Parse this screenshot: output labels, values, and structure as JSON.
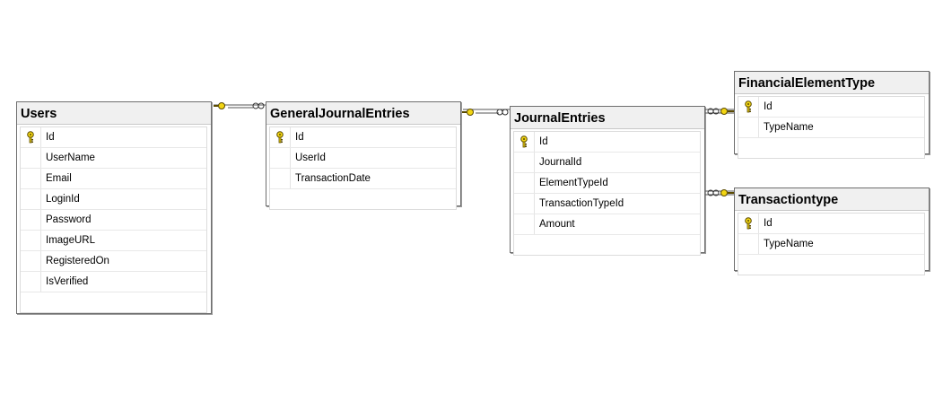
{
  "tables": {
    "users": {
      "title": "Users",
      "columns": [
        "Id",
        "UserName",
        "Email",
        "LoginId",
        "Password",
        "ImageURL",
        "RegisteredOn",
        "IsVerified"
      ]
    },
    "general_journal_entries": {
      "title": "GeneralJournalEntries",
      "columns": [
        "Id",
        "UserId",
        "TransactionDate"
      ]
    },
    "journal_entries": {
      "title": "JournalEntries",
      "columns": [
        "Id",
        "JournalId",
        "ElementTypeId",
        "TransactionTypeId",
        "Amount"
      ]
    },
    "financial_element_type": {
      "title": "FinancialElementType",
      "columns": [
        "Id",
        "TypeName"
      ]
    },
    "transaction_type": {
      "title": "Transactiontype",
      "columns": [
        "Id",
        "TypeName"
      ]
    }
  },
  "colors": {
    "key": "#f2d513",
    "key_outline": "#5a4a00",
    "border": "#6e6e6e"
  }
}
